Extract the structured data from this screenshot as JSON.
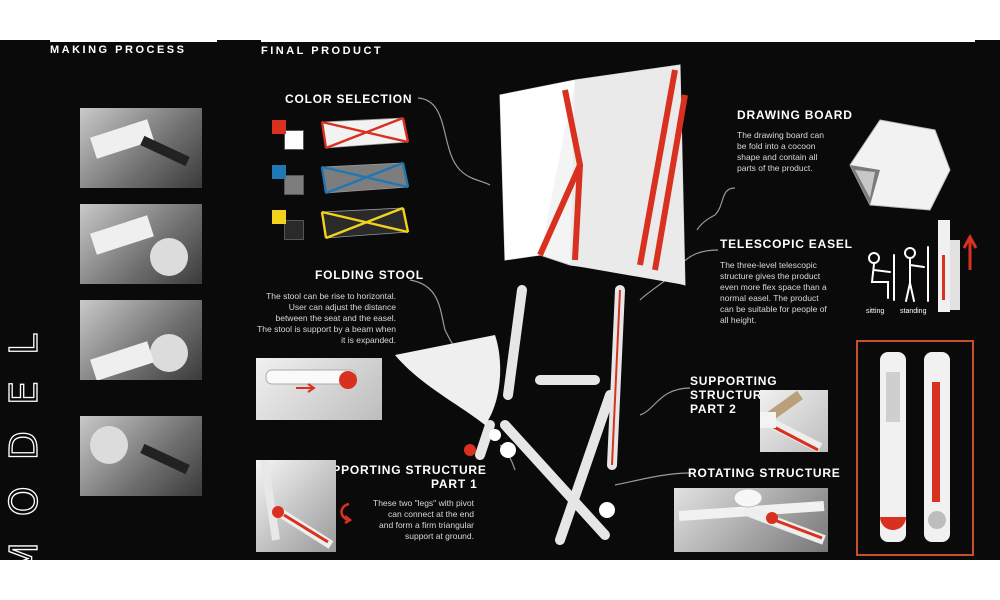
{
  "headers": {
    "making_process": "MAKING PROCESS",
    "final_product": "FINAL PRODUCT"
  },
  "side_title": "MODEL",
  "sections": {
    "color_selection": {
      "title": "COLOR SELECTION"
    },
    "drawing_board": {
      "title": "DRAWING BOARD",
      "lines": [
        "The drawing board can",
        "be fold into a cocoon",
        "shape and contain all",
        "parts of the product."
      ]
    },
    "telescopic_easel": {
      "title": "TELESCOPIC EASEL",
      "lines": [
        "The three-level telescopic",
        "structure gives the product",
        "even more flex space than a",
        "normal easel. The product",
        "can be suitable for people of",
        "all height."
      ],
      "posture_labels": [
        "sitting",
        "standing"
      ]
    },
    "folding_stool": {
      "title": "FOLDING STOOL",
      "lines": [
        "The stool can be rise to horizontal.",
        "User can adjust the distance",
        "between the seat and the easel.",
        "The stool is support by a beam when",
        "it is expanded."
      ]
    },
    "supporting_1": {
      "title": "SUPPORTING STRUCTURE",
      "subtitle": "PART 1",
      "lines": [
        "These two \"legs\" with pivot",
        "can connect at the end",
        "and form a firm triangular",
        "support at ground."
      ]
    },
    "supporting_2": {
      "title": "SUPPORTING",
      "title2": "STRUCTURE",
      "subtitle": "PART 2"
    },
    "rotating": {
      "title": "ROTATING STRUCTURE"
    }
  },
  "colors": {
    "background": "#0a0a0a",
    "accent_red": "#d8311f",
    "accent_blue": "#1f78b4",
    "accent_yellow": "#f2d21c",
    "highlight_frame": "#c8502e"
  },
  "swatch_sets": [
    {
      "accent": "#d8311f",
      "base": "#ffffff"
    },
    {
      "accent": "#1f78b4",
      "base": "#7d7d7d"
    },
    {
      "accent": "#f2d21c",
      "base": "#2a2a2a"
    }
  ]
}
